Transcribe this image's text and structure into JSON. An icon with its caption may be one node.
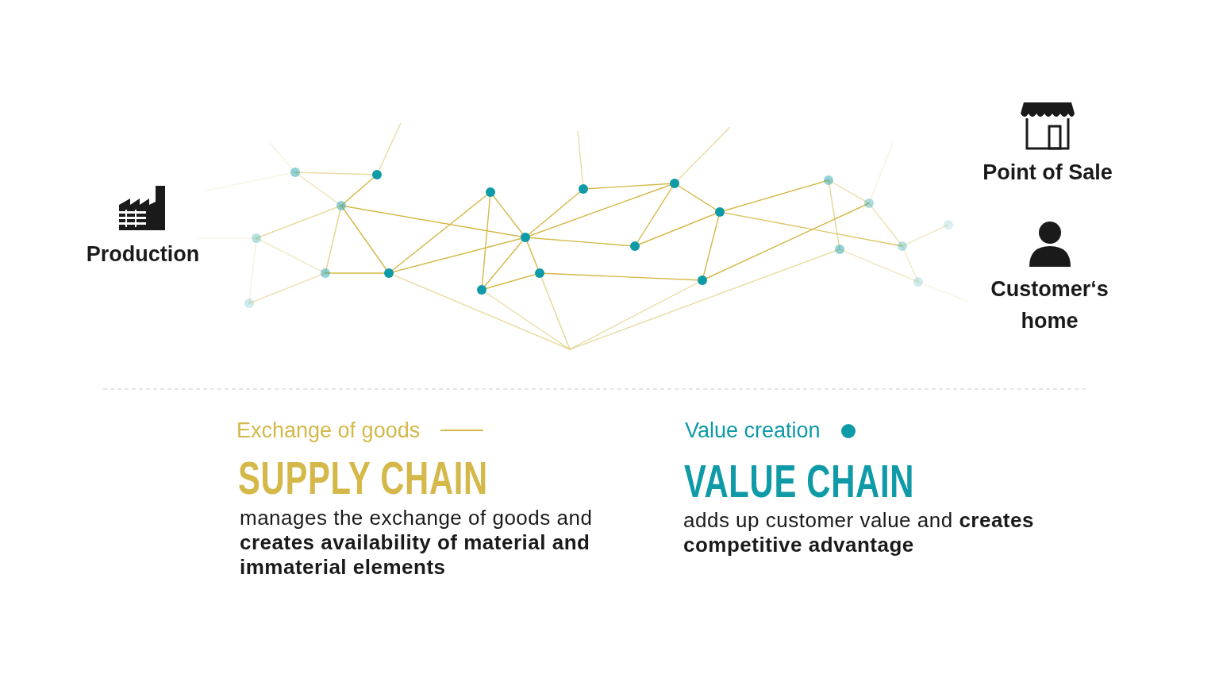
{
  "diagram": {
    "nodes": [
      {
        "text": [
          "Production"
        ]
      },
      {
        "text": [
          "Point of Sale"
        ]
      },
      {
        "text": [
          "Customer‘s home"
        ]
      }
    ],
    "edges": [],
    "labels": [
      "SUPPLY CHAIN",
      "manages the exchange of goods and **creates availability of material and immaterial elements**",
      "VALUE CHAIN",
      "adds up customer value and **creates competitive advantage**"
    ],
    "legend": [
      {
        "text": "Exchange of goods"
      },
      {
        "text": "Value creation"
      }
    ]
  }
}
